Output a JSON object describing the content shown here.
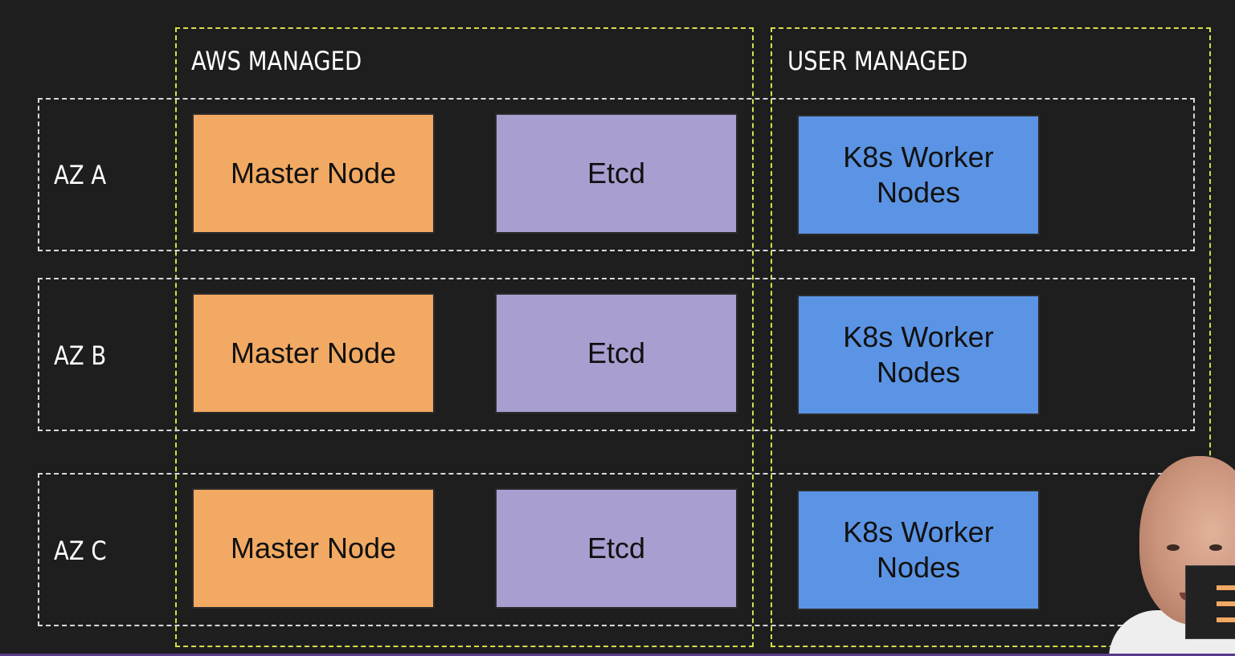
{
  "columns": {
    "aws": "AWS MANAGED",
    "user": "USER MANAGED"
  },
  "rows": [
    {
      "label": "AZ A",
      "master": "Master Node",
      "etcd": "Etcd",
      "worker": "K8s Worker Nodes"
    },
    {
      "label": "AZ B",
      "master": "Master Node",
      "etcd": "Etcd",
      "worker": "K8s Worker Nodes"
    },
    {
      "label": "AZ C",
      "master": "Master Node",
      "etcd": "Etcd",
      "worker": "K8s Worker Nodes"
    }
  ],
  "colors": {
    "background": "#1e1e1e",
    "column_frame": "#d4e04a",
    "row_frame": "#d8d8d8",
    "master_node": "#f2a963",
    "etcd": "#a99ed0",
    "worker_nodes": "#5b94e4"
  }
}
